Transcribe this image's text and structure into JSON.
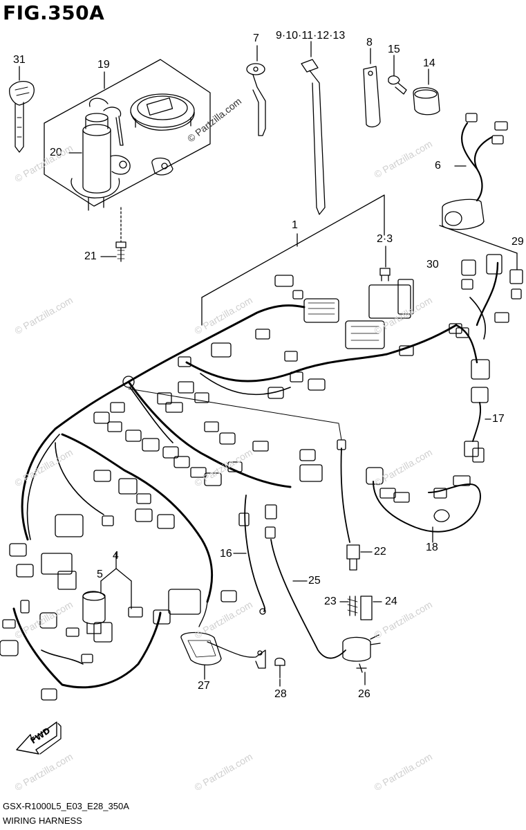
{
  "figure": {
    "title": "FIG.350A",
    "code": "GSX-R1000L5_E03_E28_350A",
    "name": "WIRING HARNESS"
  },
  "watermark": {
    "text": "© Partzilla.com",
    "color": "#cfcfcf"
  },
  "direction_arrow": {
    "label": "FWD"
  },
  "callouts": [
    {
      "id": "c1",
      "label": "1"
    },
    {
      "id": "c23",
      "label": "2·3"
    },
    {
      "id": "c4",
      "label": "4"
    },
    {
      "id": "c5",
      "label": "5"
    },
    {
      "id": "c6",
      "label": "6"
    },
    {
      "id": "c7",
      "label": "7"
    },
    {
      "id": "c8",
      "label": "8"
    },
    {
      "id": "c9",
      "label": "9·10·11·12·13"
    },
    {
      "id": "c14",
      "label": "14"
    },
    {
      "id": "c15",
      "label": "15"
    },
    {
      "id": "c16",
      "label": "16"
    },
    {
      "id": "c17",
      "label": "17"
    },
    {
      "id": "c18",
      "label": "18"
    },
    {
      "id": "c19",
      "label": "19"
    },
    {
      "id": "c20",
      "label": "20"
    },
    {
      "id": "c21",
      "label": "21"
    },
    {
      "id": "c22",
      "label": "22"
    },
    {
      "id": "c23b",
      "label": "23"
    },
    {
      "id": "c24",
      "label": "24"
    },
    {
      "id": "c25",
      "label": "25"
    },
    {
      "id": "c26",
      "label": "26"
    },
    {
      "id": "c27",
      "label": "27"
    },
    {
      "id": "c28",
      "label": "28"
    },
    {
      "id": "c29",
      "label": "29"
    },
    {
      "id": "c30",
      "label": "30"
    },
    {
      "id": "c31",
      "label": "31"
    }
  ]
}
